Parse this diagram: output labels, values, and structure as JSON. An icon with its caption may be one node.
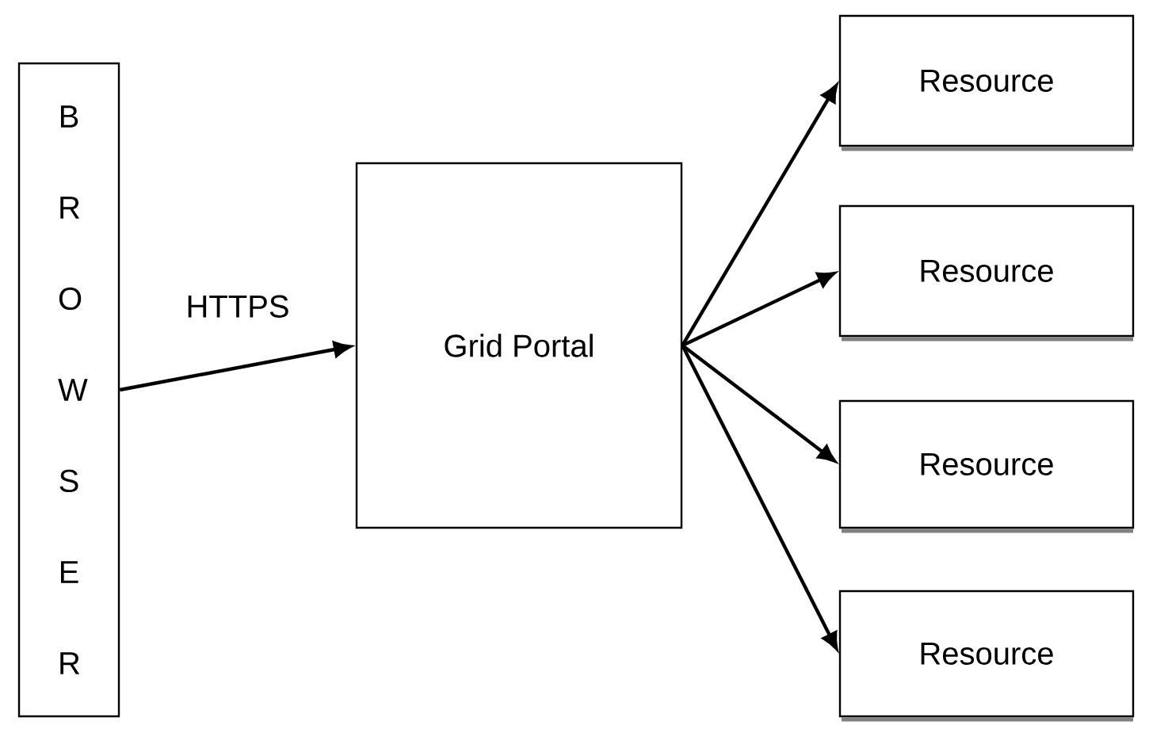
{
  "diagram": {
    "nodes": [
      {
        "text": [
          "BROWSER"
        ]
      },
      {
        "text": [
          "Grid Portal"
        ]
      },
      {
        "text": [
          "Resource"
        ]
      },
      {
        "text": [
          "Resource"
        ]
      },
      {
        "text": [
          "Resource"
        ]
      },
      {
        "text": [
          "Resource"
        ]
      }
    ],
    "edges": [
      {
        "from": 0,
        "to": 1,
        "arrow": "to",
        "label": "HTTPS"
      },
      {
        "from": 1,
        "to": 2,
        "arrow": "to"
      },
      {
        "from": 1,
        "to": 3,
        "arrow": "to"
      },
      {
        "from": 1,
        "to": 4,
        "arrow": "to"
      },
      {
        "from": 1,
        "to": 5,
        "arrow": "to"
      }
    ]
  }
}
